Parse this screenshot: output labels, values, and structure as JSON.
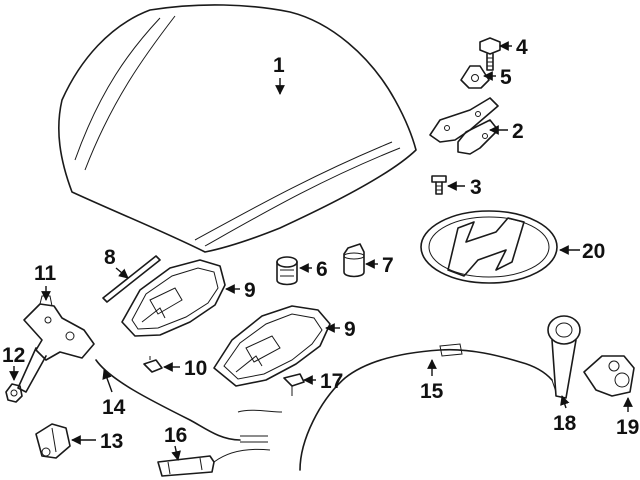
{
  "callouts": {
    "c1": "1",
    "c2": "2",
    "c3": "3",
    "c4": "4",
    "c5": "5",
    "c6": "6",
    "c7": "7",
    "c8": "8",
    "c9a": "9",
    "c9b": "9",
    "c10": "10",
    "c11": "11",
    "c12": "12",
    "c13": "13",
    "c14": "14",
    "c15": "15",
    "c16": "16",
    "c17": "17",
    "c18": "18",
    "c19": "19",
    "c20": "20"
  }
}
